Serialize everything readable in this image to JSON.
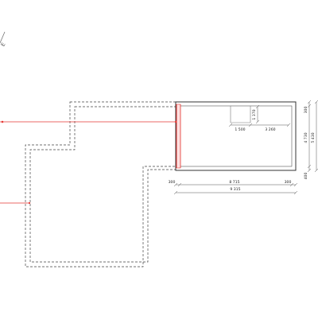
{
  "canvas": {
    "background": "#ffffff",
    "line_color": "#333333",
    "red_color": "#e53935"
  },
  "corner_axis": {
    "label": "E"
  },
  "dimensions": {
    "h_inner_left": "1 500",
    "h_inner_right": "3 260",
    "v_inner": "1 370",
    "h_row1_left": "300",
    "h_row1_mid": "8 715",
    "h_row1_right": "300",
    "h_total": "9 315",
    "v_right_top": "300",
    "v_right_mid": "4 730",
    "v_right_bottom": "400",
    "v_right_total": "5 430"
  }
}
